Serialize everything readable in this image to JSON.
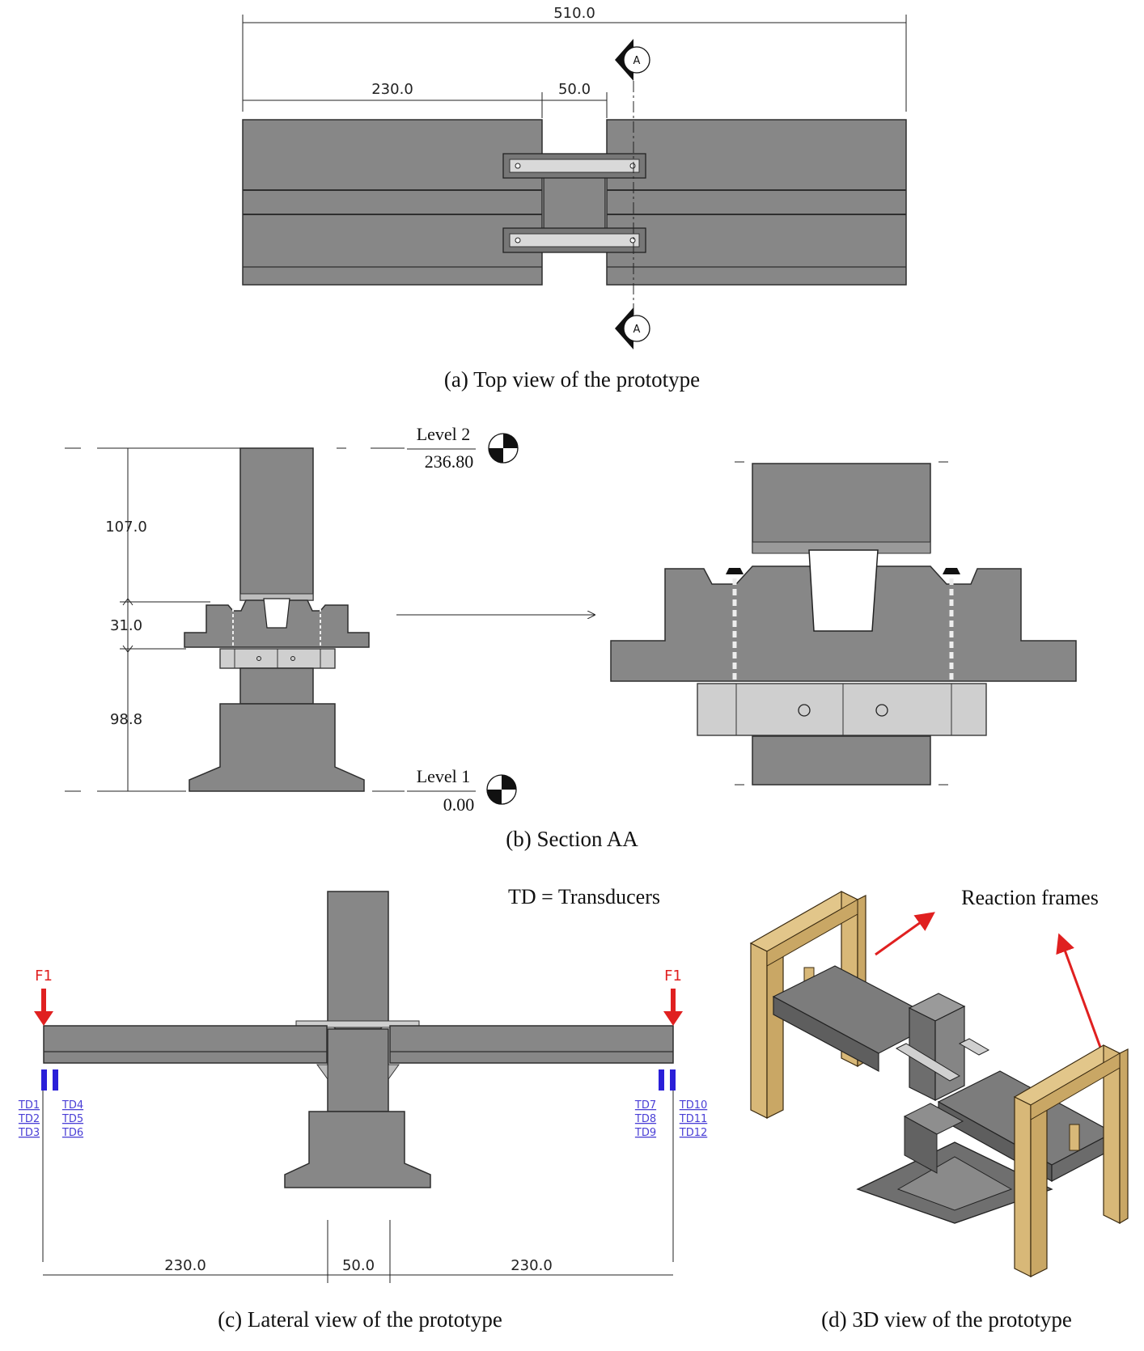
{
  "panel_a": {
    "caption": "(a) Top view of the prototype",
    "dim_total": "510.0",
    "dim_left": "230.0",
    "dim_gap": "50.0",
    "section_marker": "A"
  },
  "panel_b": {
    "caption": "(b) Section AA",
    "dim_top": "107.0",
    "dim_mid": "31.0",
    "dim_bottom": "98.8",
    "level2_name": "Level 2",
    "level2_value": "236.80",
    "level1_name": "Level 1",
    "level1_value": "0.00"
  },
  "panel_c": {
    "caption": "(c) Lateral view of the prototype",
    "legend": "TD = Transducers",
    "force_label": "F1",
    "dim_left": "230.0",
    "dim_mid": "50.0",
    "dim_right": "230.0",
    "left_td_col1": [
      "TD1",
      "TD2",
      "TD3"
    ],
    "left_td_col2": [
      "TD4",
      "TD5",
      "TD6"
    ],
    "right_td_col1": [
      "TD7",
      "TD8",
      "TD9"
    ],
    "right_td_col2": [
      "TD10",
      "TD11",
      "TD12"
    ]
  },
  "panel_d": {
    "caption": "(d) 3D view of the prototype",
    "annotation": "Reaction frames"
  },
  "colors": {
    "concrete": "#878787",
    "steel": "#cfcfcf",
    "frame": "#d8b878",
    "force": "#e02020",
    "transducer": "#2a1fd8"
  }
}
